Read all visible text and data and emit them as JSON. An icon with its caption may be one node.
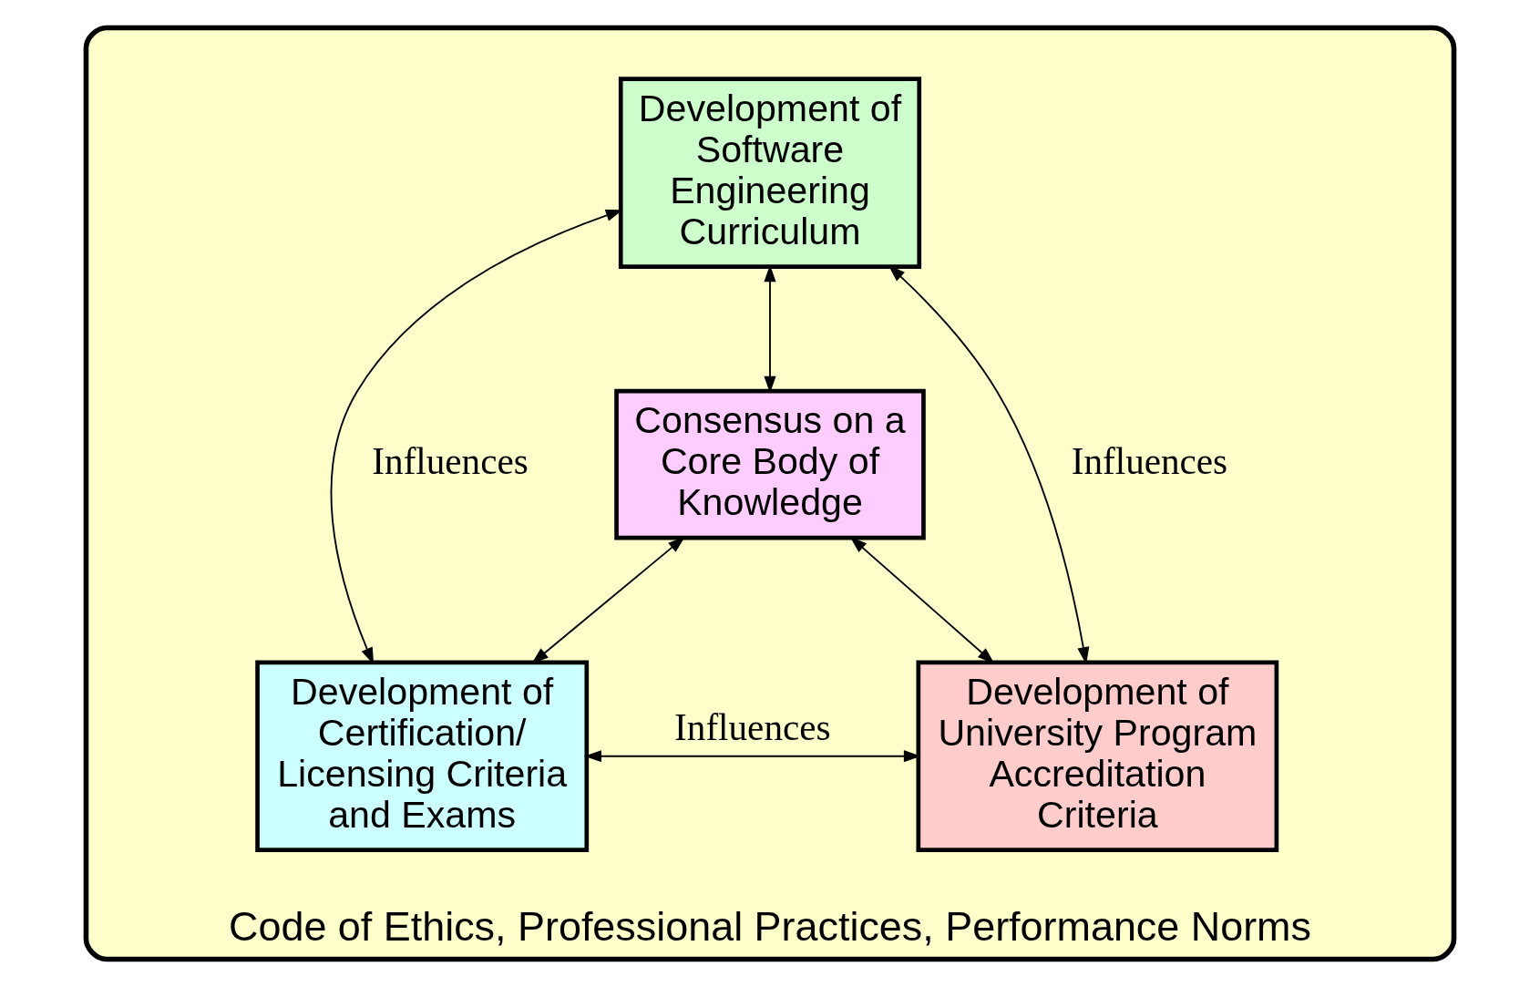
{
  "diagram": {
    "nodes": [
      {
        "text": [
          "Code of Ethics, Professional Practices, Performance Norms"
        ]
      },
      {
        "text": [
          "Development of Software Engineering Curriculum"
        ],
        "in": 0
      },
      {
        "text": [
          "Consensus on a Core Body of Knowledge"
        ],
        "in": 0
      },
      {
        "text": [
          "Development of Certification/ Licensing Criteria and Exams"
        ],
        "in": 0
      },
      {
        "text": [
          "Development of University Program Accreditation Criteria"
        ],
        "in": 0
      }
    ],
    "edges": [
      {
        "from": 1,
        "to": 3,
        "arrow": "both",
        "label": "Influences"
      },
      {
        "from": 1,
        "to": 4,
        "arrow": "both",
        "label": "Influences"
      },
      {
        "from": 1,
        "to": 2,
        "arrow": "both"
      },
      {
        "from": 2,
        "to": 3,
        "arrow": "both"
      },
      {
        "from": 2,
        "to": 4,
        "arrow": "both"
      },
      {
        "from": 3,
        "to": 4,
        "arrow": "both",
        "label": "Influences"
      }
    ]
  }
}
